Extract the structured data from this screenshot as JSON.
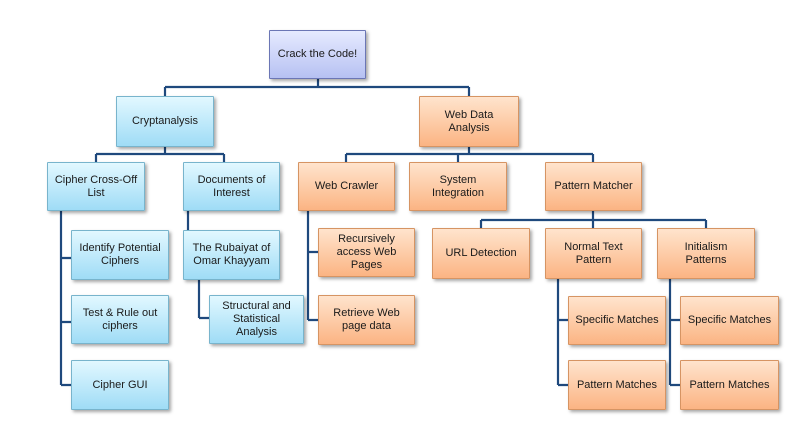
{
  "colors": {
    "connector": "#1f497d"
  },
  "nodes": {
    "root": "Crack the Code!",
    "cryptanalysis": "Cryptanalysis",
    "web_data_analysis": "Web Data Analysis",
    "cipher_crossoff": "Cipher Cross-Off List",
    "documents_of_interest": "Documents of Interest",
    "identify_ciphers": "Identify Potential Ciphers",
    "test_rule_out": "Test & Rule out ciphers",
    "cipher_gui": "Cipher GUI",
    "rubaiyat": "The Rubaiyat of Omar Khayyam",
    "structural_analysis": "Structural and Statistical Analysis",
    "web_crawler": "Web Crawler",
    "recursively_access": "Recursively access Web Pages",
    "retrieve_page_data": "Retrieve Web page data",
    "system_integration": "System Integration",
    "pattern_matcher": "Pattern Matcher",
    "url_detection": "URL Detection",
    "normal_text_pattern": "Normal Text Pattern",
    "initialism_patterns": "Initialism Patterns",
    "normal_specific_matches": "Specific Matches",
    "normal_pattern_matches": "Pattern Matches",
    "initialism_specific_matches": "Specific Matches",
    "initialism_pattern_matches": "Pattern Matches"
  }
}
